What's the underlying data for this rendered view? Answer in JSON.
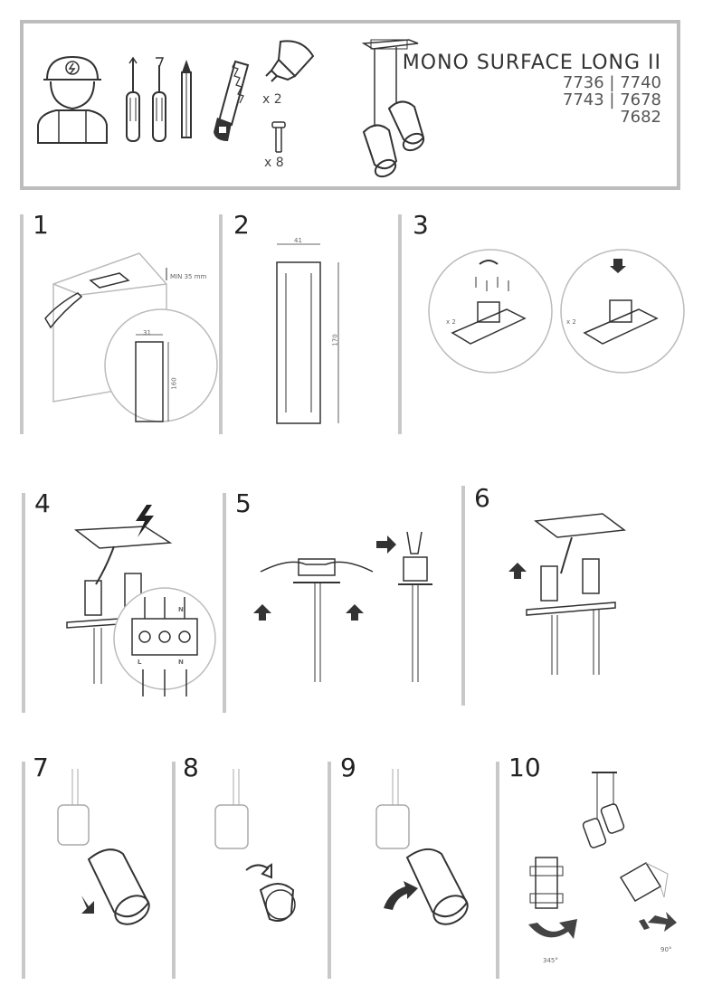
{
  "header": {
    "title": "MONO SURFACE LONG II",
    "codes": [
      "7736 | 7740",
      "7743 | 7678",
      "7682"
    ],
    "bulb_qty": "x 2",
    "screw_qty": "x 8"
  },
  "steps": {
    "s1": {
      "number": "1",
      "min_label": "MIN 35 mm",
      "width": "31",
      "height": "160"
    },
    "s2": {
      "number": "2",
      "width": "41",
      "height": "170"
    },
    "s3": {
      "number": "3",
      "qty_a": "x 2",
      "qty_b": "x 2"
    },
    "s4": {
      "number": "4",
      "label_l": "L",
      "label_n": "N",
      "label_n_top": "N"
    },
    "s5": {
      "number": "5"
    },
    "s6": {
      "number": "6"
    },
    "s7": {
      "number": "7"
    },
    "s8": {
      "number": "8"
    },
    "s9": {
      "number": "9"
    },
    "s10": {
      "number": "10",
      "angle_a": "345°",
      "angle_b": "90°"
    }
  }
}
